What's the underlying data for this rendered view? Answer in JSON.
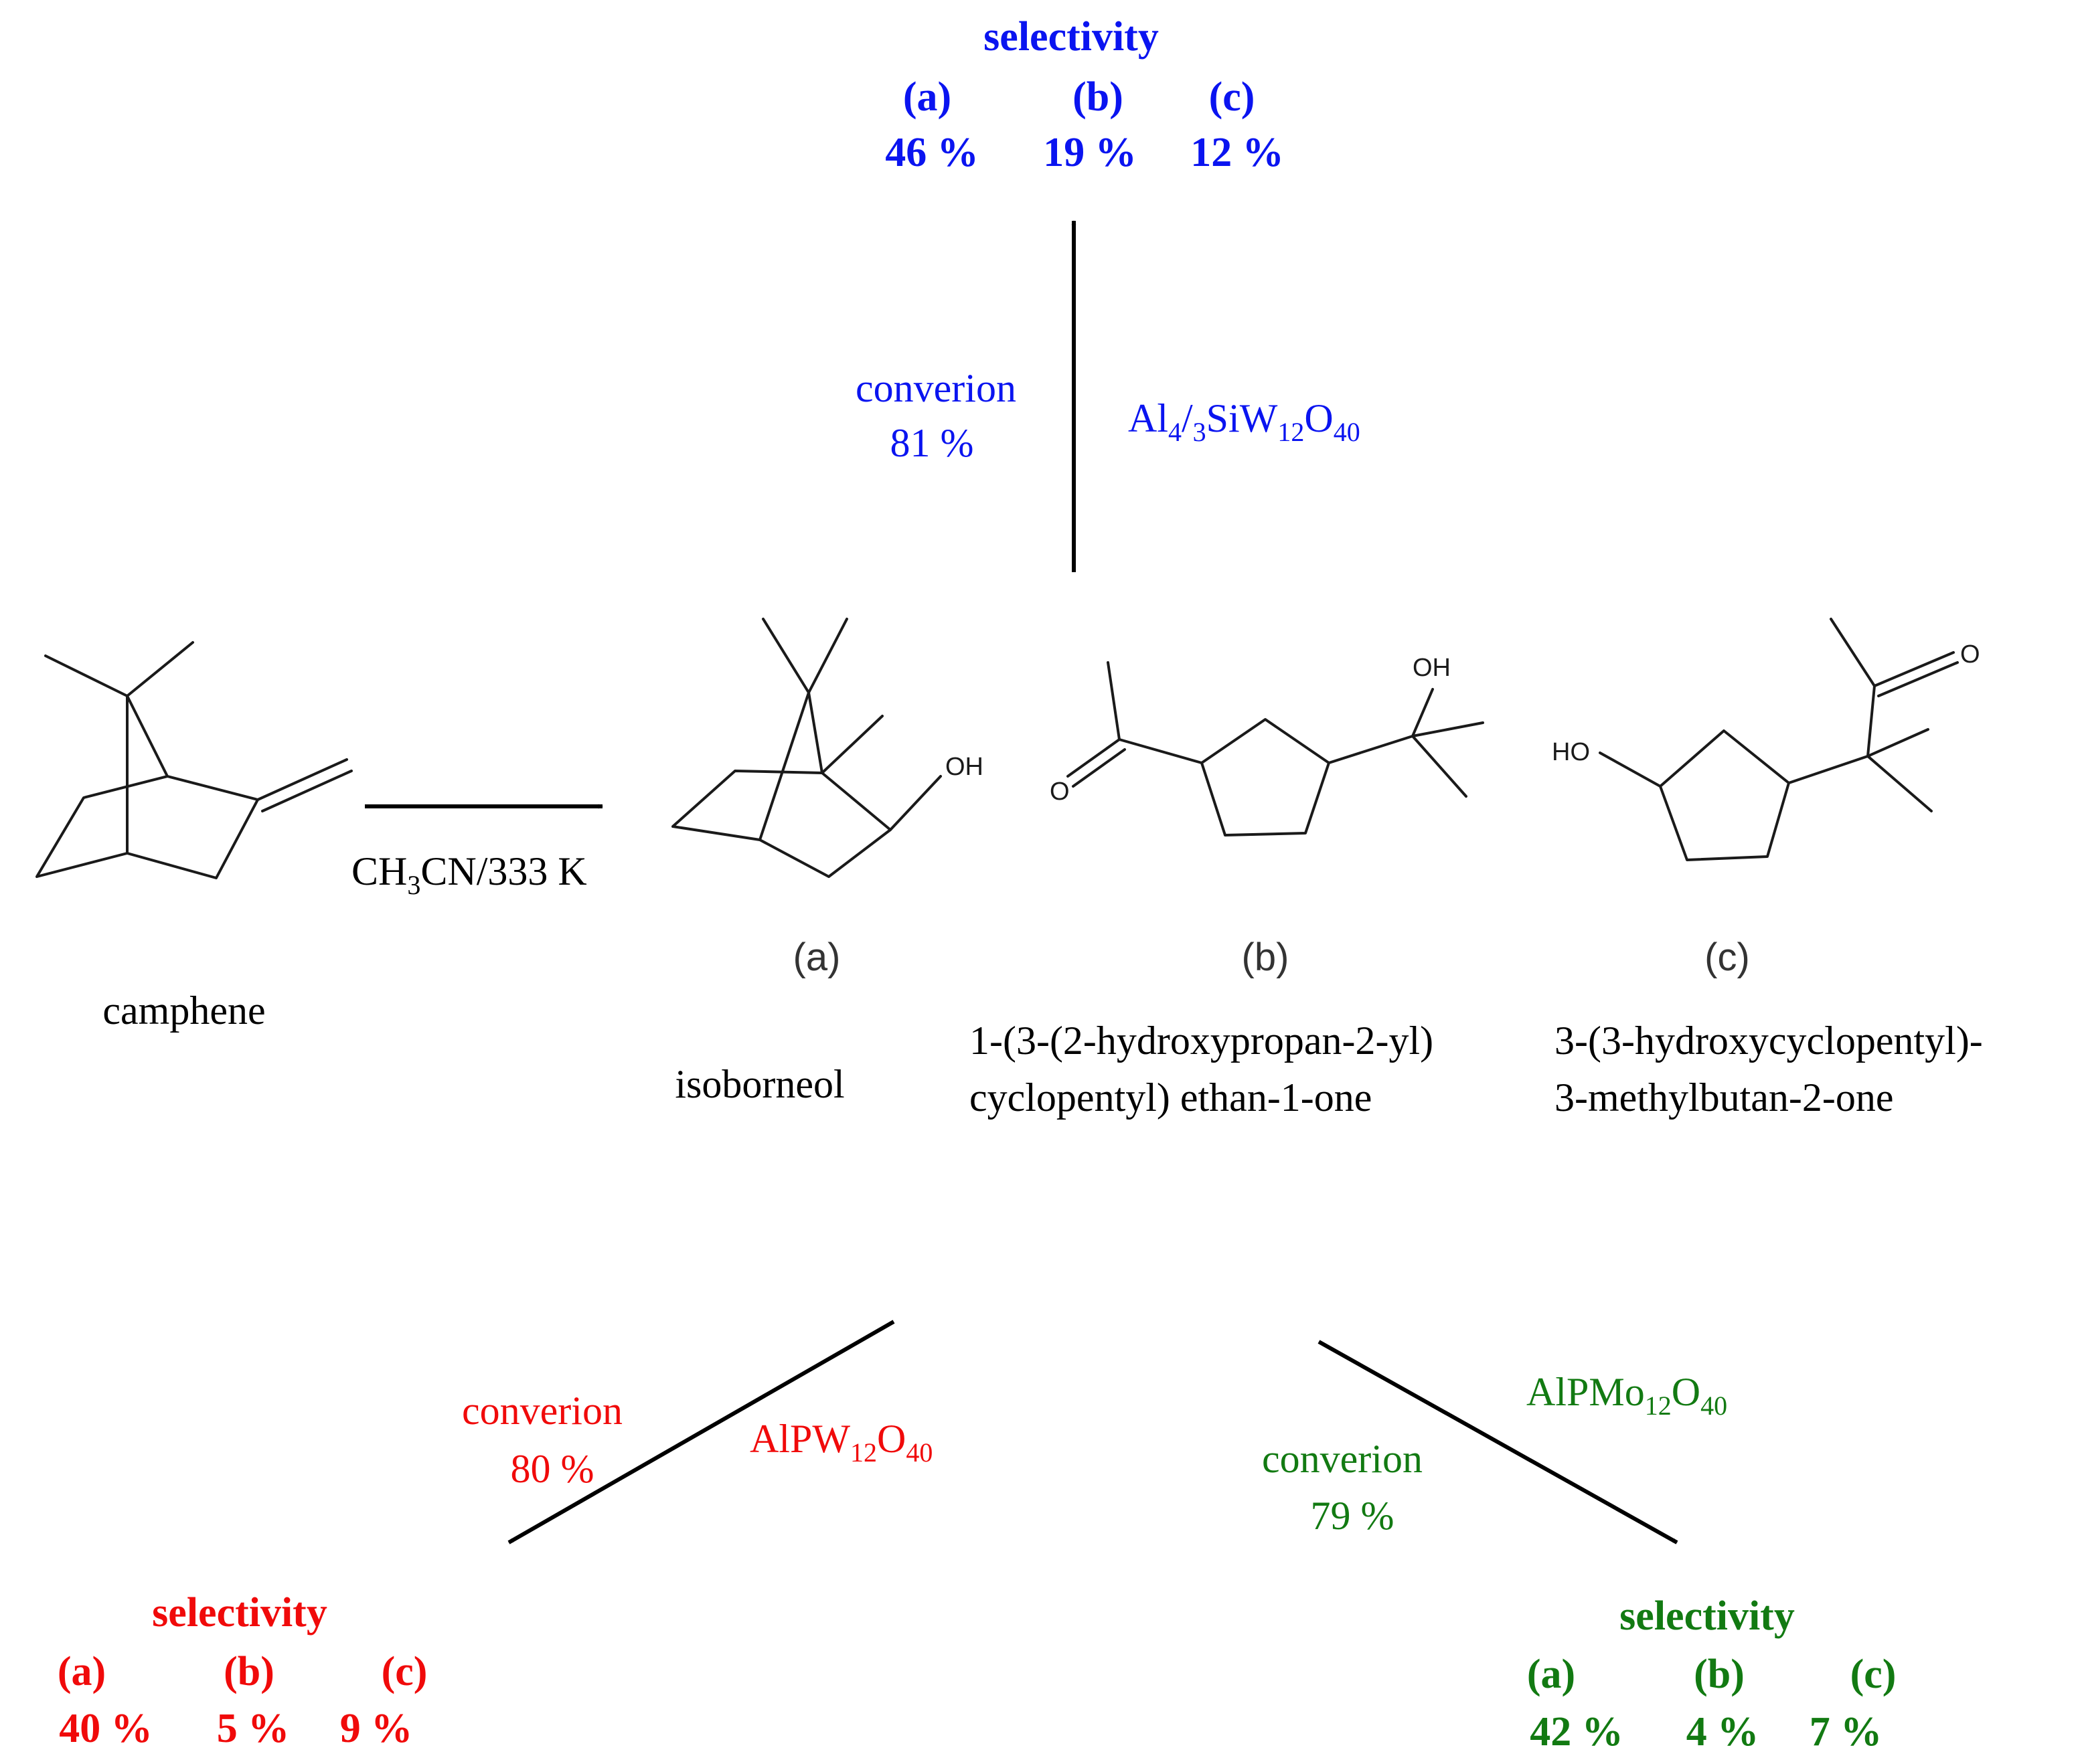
{
  "colors": {
    "blue": "#0a14f0",
    "red": "#f00a0a",
    "green": "#127a12",
    "black": "#000000"
  },
  "reactant": {
    "name": "camphene",
    "conditions_main": "CH",
    "conditions_sub": "3",
    "conditions_tail": "CN/333 K"
  },
  "products": [
    {
      "letter": "(a)",
      "name_lines": [
        "isoborneol"
      ],
      "atom_labels": [
        "OH"
      ]
    },
    {
      "letter": "(b)",
      "name_lines": [
        "1-(3-(2-hydroxypropan-2-yl)",
        "cyclopentyl) ethan-1-one"
      ],
      "atom_labels": [
        "OH",
        "O"
      ]
    },
    {
      "letter": "(c)",
      "name_lines": [
        "3-(3-hydroxycyclopentyl)-",
        "3-methylbutan-2-one"
      ],
      "atom_labels": [
        "HO",
        "O"
      ]
    }
  ],
  "catalysts": {
    "top": {
      "formula_parts": [
        "Al",
        "4",
        "/",
        "3",
        "SiW",
        "12",
        "O",
        "40"
      ],
      "conversion_label": "converion",
      "conversion_value": "81 %",
      "selectivity_title": "selectivity",
      "headers": [
        "(a)",
        "(b)",
        "(c)"
      ],
      "values": [
        "46 %",
        "19 %",
        "12 %"
      ]
    },
    "left": {
      "formula_parts": [
        "AlPW",
        "12",
        "O",
        "40"
      ],
      "conversion_label": "converion",
      "conversion_value": "80 %",
      "selectivity_title": "selectivity",
      "headers": [
        "(a)",
        "(b)",
        "(c)"
      ],
      "values": [
        "40 %",
        "5 %",
        "9 %"
      ]
    },
    "right": {
      "formula_parts": [
        "AlPMo",
        "12",
        "O",
        "40"
      ],
      "conversion_label": "converion",
      "conversion_value": "79 %",
      "selectivity_title": "selectivity",
      "headers": [
        "(a)",
        "(b)",
        "(c)"
      ],
      "values": [
        "42 %",
        "4 %",
        "7 %"
      ]
    }
  }
}
